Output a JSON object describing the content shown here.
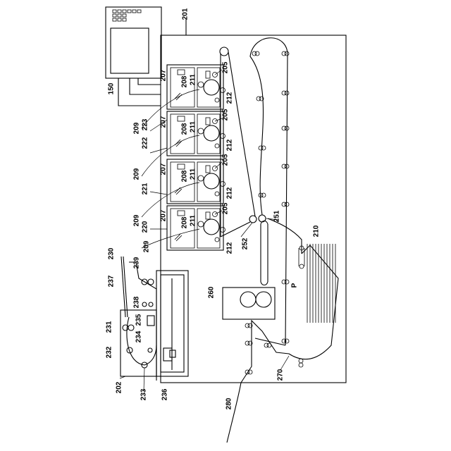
{
  "labels": {
    "l150": "150",
    "l201": "201",
    "l202": "202",
    "l205a": "205",
    "l205b": "205",
    "l205c": "205",
    "l205d": "205",
    "l207a": "207",
    "l207b": "207",
    "l207c": "207",
    "l207d": "207",
    "l208a": "208",
    "l208b": "208",
    "l208c": "208",
    "l208d": "208",
    "l209a": "209",
    "l209b": "209",
    "l209c": "209",
    "l209d": "209",
    "l210": "210",
    "l211a": "211",
    "l211b": "211",
    "l211c": "211",
    "l211d": "211",
    "l212a": "212",
    "l212b": "212",
    "l212c": "212",
    "l212d": "212",
    "l220": "220",
    "l221": "221",
    "l222": "222",
    "l223": "223",
    "l230": "230",
    "l231": "231",
    "l232": "232",
    "l233": "233",
    "l234": "234",
    "l235": "235",
    "l236": "236",
    "l237": "237",
    "l238": "238",
    "l239": "239",
    "l251": "251",
    "l252": "252",
    "l260": "260",
    "l270": "270",
    "l280": "280",
    "lP": "P"
  }
}
